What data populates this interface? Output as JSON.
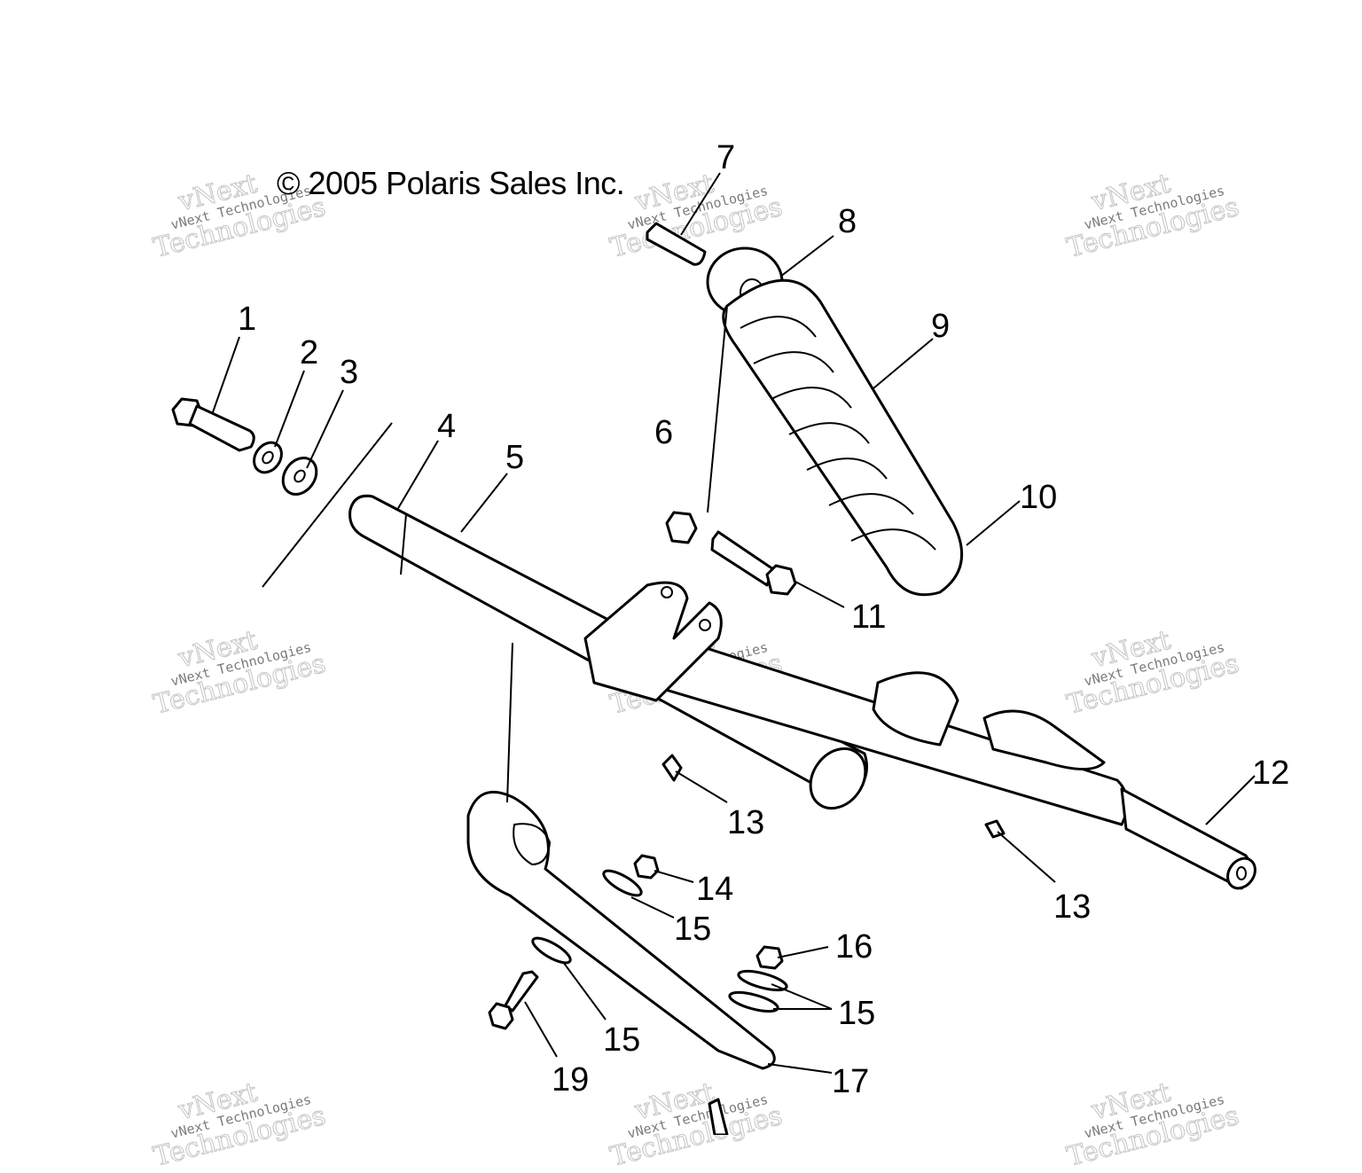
{
  "copyright": "© 2005 Polaris Sales Inc.",
  "watermark": {
    "line1": "vNext",
    "line2": "Technologies",
    "small": "vNext Technologies"
  },
  "callouts": [
    {
      "id": "1",
      "label": "1"
    },
    {
      "id": "2",
      "label": "2"
    },
    {
      "id": "3",
      "label": "3"
    },
    {
      "id": "4",
      "label": "4"
    },
    {
      "id": "5",
      "label": "5"
    },
    {
      "id": "6",
      "label": "6"
    },
    {
      "id": "7",
      "label": "7"
    },
    {
      "id": "8",
      "label": "8"
    },
    {
      "id": "9",
      "label": "9"
    },
    {
      "id": "10",
      "label": "10"
    },
    {
      "id": "11",
      "label": "11"
    },
    {
      "id": "12",
      "label": "12"
    },
    {
      "id": "13a",
      "label": "13"
    },
    {
      "id": "13b",
      "label": "13"
    },
    {
      "id": "14",
      "label": "14"
    },
    {
      "id": "15a",
      "label": "15"
    },
    {
      "id": "15b",
      "label": "15"
    },
    {
      "id": "15c",
      "label": "15"
    },
    {
      "id": "16",
      "label": "16"
    },
    {
      "id": "17",
      "label": "17"
    },
    {
      "id": "19",
      "label": "19"
    }
  ]
}
